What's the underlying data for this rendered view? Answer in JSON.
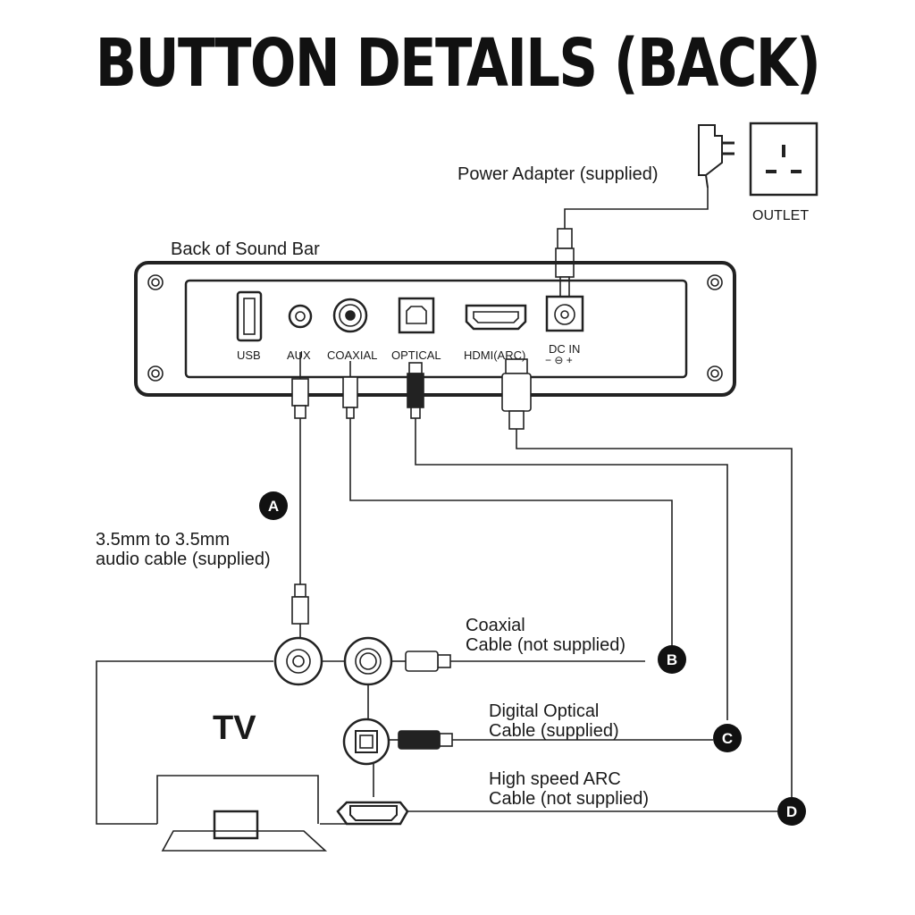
{
  "title": "BUTTON DETAILS (BACK)",
  "labels": {
    "power_adapter": "Power Adapter (supplied)",
    "outlet": "OUTLET",
    "back_of_sound_bar": "Back of Sound Bar",
    "aux_cable_line1": "3.5mm to 3.5mm",
    "aux_cable_line2": "audio cable (supplied)",
    "coaxial_line1": "Coaxial",
    "coaxial_line2": "Cable (not supplied)",
    "optical_line1": "Digital Optical",
    "optical_line2": "Cable (supplied)",
    "arc_line1": "High speed ARC",
    "arc_line2": "Cable (not supplied)",
    "tv": "TV"
  },
  "ports": {
    "usb": "USB",
    "aux": "AUX",
    "coaxial": "COAXIAL",
    "optical": "OPTICAL",
    "hdmi": "HDMI(ARC)",
    "dc_in": "DC IN",
    "dc_polarity": "− ⊖ +"
  },
  "badges": {
    "a": "A",
    "b": "B",
    "c": "C",
    "d": "D"
  }
}
